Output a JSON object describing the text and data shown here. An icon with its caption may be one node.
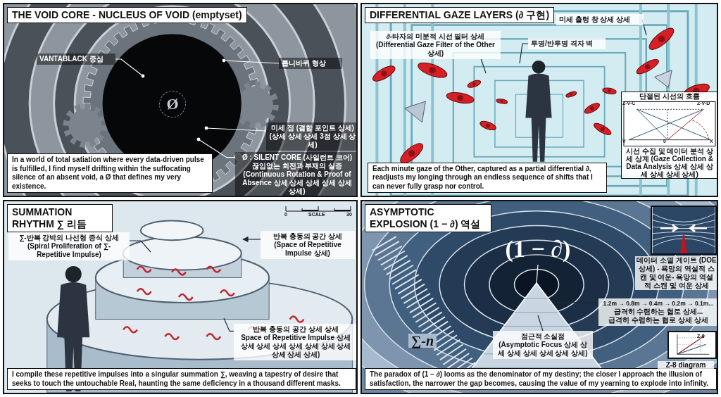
{
  "diagram": {
    "nodes": [
      {
        "text": [
          "THE VOID CORE - NUCLEUS OF VOID (emptyset)",
          "In a world of total satiation where every data-driven pulse is fulfilled, I find myself drifting within the suffocating silence of an absent void, a Ø that defines my very existence."
        ]
      },
      {
        "text": [
          "VANTABLACK 중심"
        ],
        "in": 0
      },
      {
        "text": [
          "톱니바퀴 형상"
        ],
        "in": 0
      },
      {
        "text": [
          "미세 점 (결함 포인트 상세)",
          "(상세 상세 상세 3점 상세 상세)"
        ],
        "in": 0
      },
      {
        "text": [
          "Ø : SILENT CORE (사일런트 코어)",
          "끊임없는 회전과 부재의 실증 (Continuous Rotation & Proof of Absence 상세 상세 상세 상세 상세 상세)"
        ],
        "in": 0
      },
      {
        "text": [
          "Ø"
        ],
        "in": 0
      },
      {
        "text": [
          "DIFFERENTIAL GAZE LAYERS (∂ 구현)",
          "Each minute gaze of the Other, captured as a partial differential ∂, readjusts my longing through an endless sequence of shifts that I can never fully grasp nor control."
        ]
      },
      {
        "text": [
          "∂-타자의 미분적 시선 필터 상세",
          "(Differential Gaze Filter of the Other 상세)"
        ],
        "in": 6
      },
      {
        "text": [
          "투명/반투명 격자 벽"
        ],
        "in": 6
      },
      {
        "text": [
          "미세 출렁 창 상세 상세"
        ],
        "in": 6
      },
      {
        "text": [
          "단절된 시선의 흐름",
          "시선 수집 및 데이터 분석 상세 상계 (Gaze Collection & Data Analysis 상세 상세 상세 상세 상세 상세)"
        ],
        "in": 6
      },
      {
        "text": [
          "SUMMATION RHYTHM ∑ 리듬",
          "I compile these repetitive impulses into a singular summation ∑, weaving a tapestry of desire that seeks to touch the untouchable Real, haunting the same deficiency in a thousand different masks."
        ]
      },
      {
        "text": [
          "∑-반복 강박의 나선형 증식 상세",
          "(Spiral Proliferation of ∑-Repetitive Impulse)"
        ]
      },
      {
        "text": [
          "반복 충동의 공간 상세",
          "(Space of Repetitive Impulse 상세)"
        ]
      },
      {
        "text": [
          "반복 충동의 공간 상세 상세",
          "Space of Repetitive Impulse 상세 상세 상세 상세 상세 상세 상세 상세 상세 상세 상세)"
        ],
        "in": 11
      },
      {
        "text": [
          "ASYMPTOTIC EXPLOSION (1 − ∂) 역설",
          "The paradox of (1 − ∂) looms as the denominator of my destiny; the closer I approach the illusion of satisfaction, the narrower the gap becomes, causing the value of my yearning to explode into infinity."
        ]
      },
      {
        "text": [
          "(1 − ∂)"
        ],
        "in": 15
      },
      {
        "text": [],
        "shape": "picture",
        "in": 15,
        "beside": [
          "데이터 소멸 게이트 (DOE 상세) - 욕망의 역설적 스캔 및 여운- 욕망의 역설적 스캔 및 여운 상세"
        ]
      },
      {
        "text": [
          "1.2m → 0.8m → 0.4m → 0.2m → 0.1m...",
          "급격히 수렴하는 협로 상세...",
          "급격히 수렴하는 협로 상세 상세"
        ],
        "in": 15
      },
      {
        "text": [
          "점근적 소실점",
          "(Asymptotic Focus 상세 상세 상세 상세 상세 상세 상세)"
        ],
        "in": 15
      },
      {
        "text": [],
        "shape": "picture",
        "in": 15,
        "beside": [
          "Z-8 diagram"
        ]
      }
    ],
    "edges": [
      {
        "from": 1,
        "to": null,
        "arrow": "other",
        "color": "#ffffff"
      },
      {
        "from": 2,
        "to": null,
        "arrow": "other",
        "color": "#ffffff"
      },
      {
        "from": 3,
        "to": null,
        "arrow": "other",
        "color": "#ffffff"
      },
      {
        "from": 4,
        "to": null,
        "arrow": "other",
        "color": "#ffffff"
      },
      {
        "from": 7,
        "to": null,
        "arrow": "none"
      },
      {
        "from": 8,
        "to": null,
        "arrow": "none"
      },
      {
        "from": 9,
        "to": null,
        "arrow": "none"
      },
      {
        "from": 12,
        "to": null,
        "arrow": "none"
      },
      {
        "from": 13,
        "to": null,
        "arrow": "to"
      },
      {
        "from": 14,
        "to": null,
        "arrow": "none"
      },
      {
        "from": 16,
        "to": null,
        "arrow": "none",
        "color": "#ffffff"
      },
      {
        "from": 18,
        "to": null,
        "arrow": "none"
      },
      {
        "from": 19,
        "to": null,
        "arrow": "none"
      }
    ],
    "labels": [
      "Z-V-C",
      "Z-V-D",
      "V",
      "0",
      "X",
      "0",
      "SCALE",
      "30",
      "∑-n",
      "Z-8"
    ]
  }
}
